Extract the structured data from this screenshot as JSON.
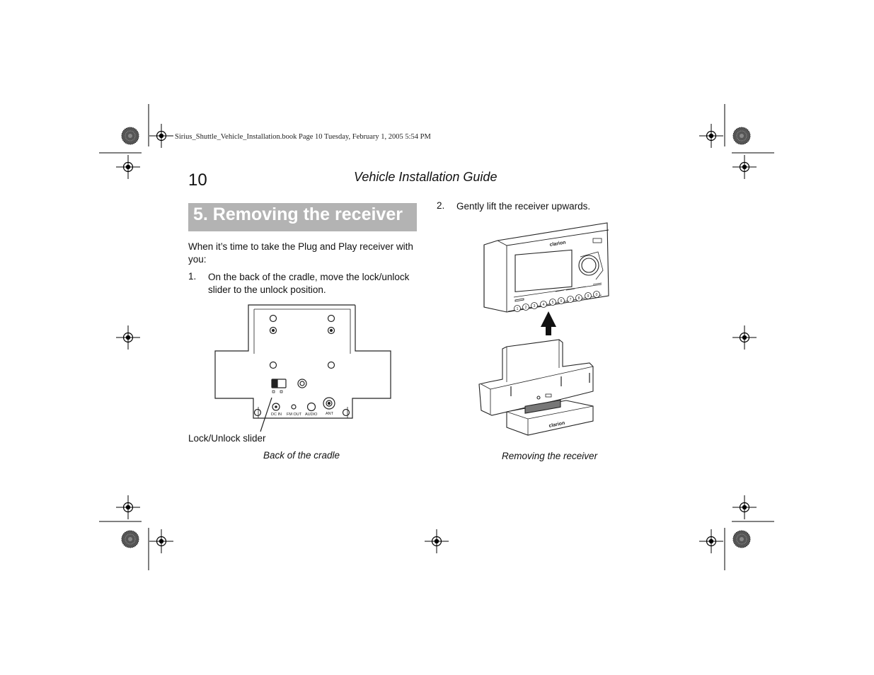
{
  "print_header": "Sirius_Shuttle_Vehicle_Installation.book  Page 10  Tuesday, February 1, 2005  5:54 PM",
  "page_number": "10",
  "running_title": "Vehicle Installation Guide",
  "section_title": "5. Removing the receiver",
  "intro": "When it’s time to take the Plug and Play receiver with you:",
  "steps": [
    {
      "number": "1.",
      "text": "On the back of the cradle, move the lock/unlock slider to the unlock position."
    },
    {
      "number": "2.",
      "text": "Gently lift the receiver upwards."
    }
  ],
  "figure_left": {
    "callout": "Lock/Unlock slider",
    "caption": "Back of the cradle",
    "port_labels": [
      "DC IN",
      "FM OUT",
      "AUDIO",
      "ANT"
    ]
  },
  "figure_right": {
    "caption": "Removing the receiver",
    "brand": "clarion",
    "preset_buttons": [
      "1",
      "2",
      "3",
      "4",
      "5",
      "6",
      "7",
      "8",
      "9",
      "0"
    ]
  },
  "colors": {
    "section_band": "#b3b3b3",
    "section_text": "#ffffff"
  }
}
